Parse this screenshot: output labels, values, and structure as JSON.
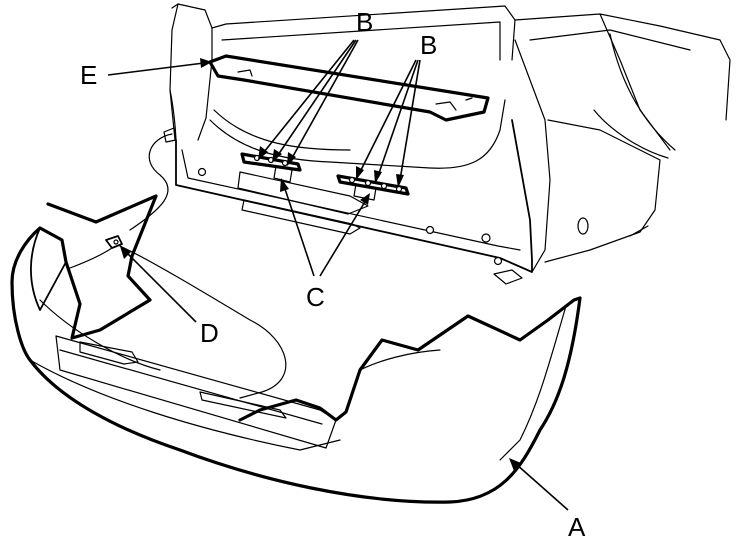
{
  "callouts": {
    "a": "A",
    "b_left": "B",
    "b_right": "B",
    "c": "C",
    "d": "D",
    "e": "E"
  }
}
